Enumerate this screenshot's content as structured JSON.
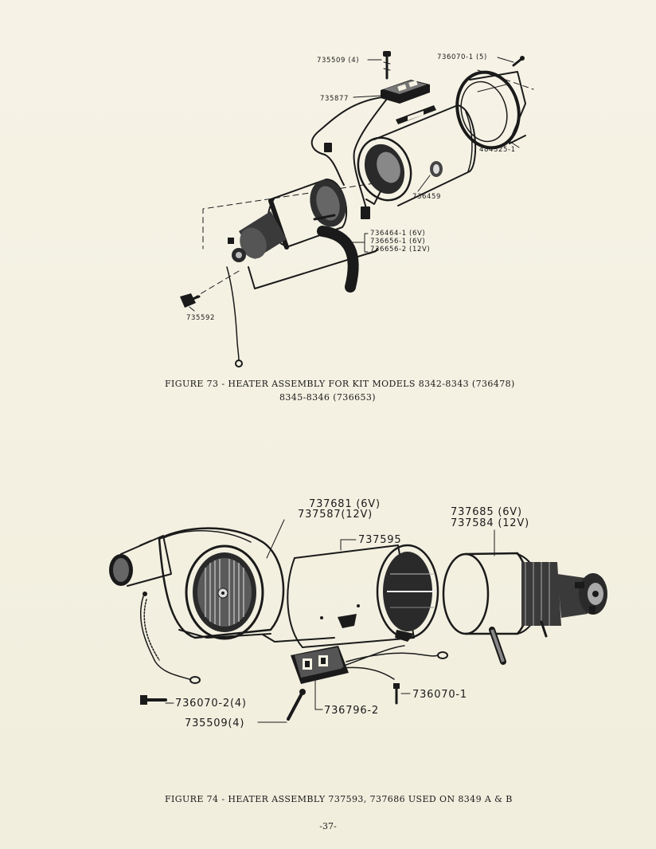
{
  "figure73": {
    "parts": {
      "screw_top": "735509 (4)",
      "screw_ring": "736070-1 (5)",
      "switch": "735877",
      "ring": "484325-1",
      "housing": "736459",
      "motor_6v_a": "736464-1  (6V)",
      "motor_6v_b": "736656-1  (6V)",
      "motor_12v": "736656-2  (12V)",
      "plug": "735592"
    },
    "caption_line1": "FIGURE 73 - HEATER ASSEMBLY FOR KIT MODELS 8342-8343 (736478)",
    "caption_line2": "8345-8346 (736653)"
  },
  "figure74": {
    "parts": {
      "fan_6v": "737681 (6V)",
      "fan_12v": "737587(12V)",
      "housing": "737595",
      "motor_6v": "737685  (6V)",
      "motor_12v": "737584  (12V)",
      "screw_left": "736070-2(4)",
      "screw_switch": "735509(4)",
      "switch": "736796-2",
      "screw_right": "736070-1"
    },
    "caption": "FIGURE 74 - HEATER ASSEMBLY 737593, 737686 USED ON 8349 A & B"
  },
  "page_number": "-37-"
}
